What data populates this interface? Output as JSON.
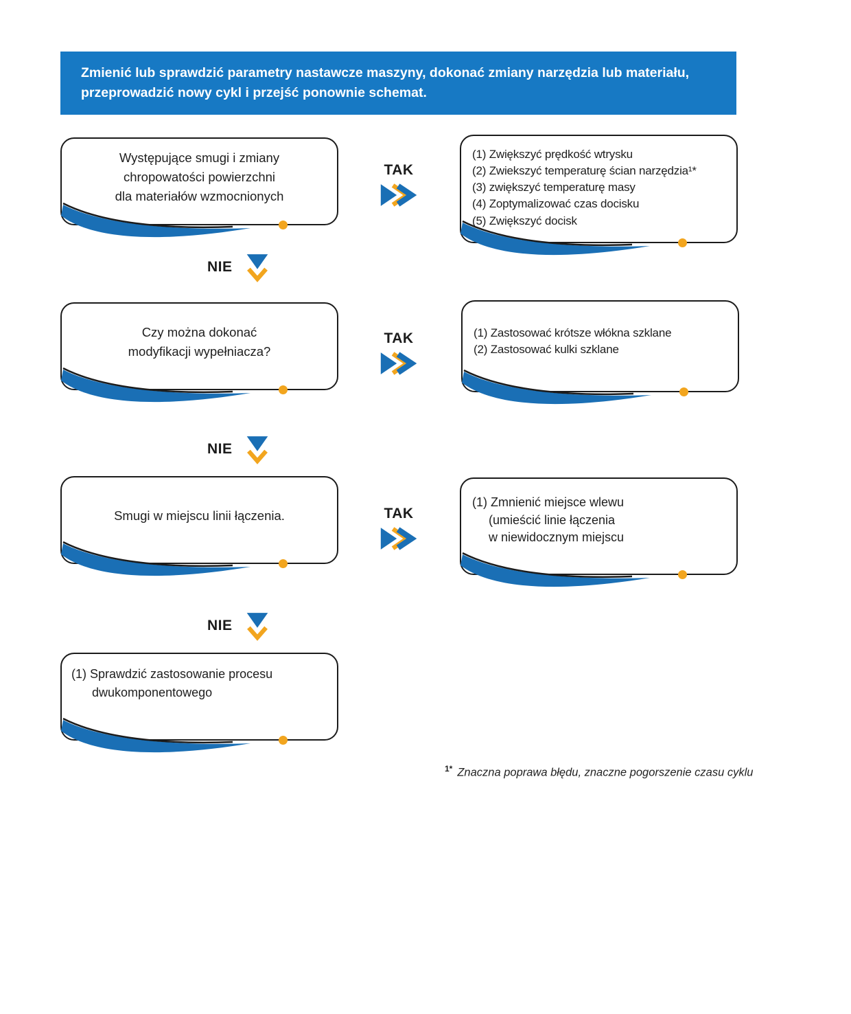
{
  "header": {
    "lines": [
      "Zmienić lub sprawdzić parametry nastawcze maszyny, dokonać zmiany narzędzia lub materiału,",
      "przeprowadzić nowy cykl i przejść ponownie schemat."
    ]
  },
  "labels": {
    "yes": "TAK",
    "no": "NIE"
  },
  "colors": {
    "header_bg": "#1779c4",
    "swoosh_blue": "#1a6fb5",
    "dot_orange": "#f2a51e",
    "border_black": "#1b1b1b"
  },
  "steps": [
    {
      "question_lines": [
        "Występujące  smugi i zmiany",
        "chropowatości powierzchni",
        "dla materiałów wzmocnionych"
      ],
      "actions": [
        "(1) Zwiększyć prędkość wtrysku",
        "(2) Zwiekszyć temperaturę ścian narzędzia¹*",
        "(3) zwiększyć temperaturę masy",
        "(4) Zoptymalizować czas docisku",
        "(5) Zwiększyć docisk"
      ]
    },
    {
      "question_lines": [
        "Czy można dokonać",
        "modyfikacji wypełniacza?"
      ],
      "actions": [
        "(1) Zastosować krótsze włókna szklane",
        "(2) Zastosować kulki szklane"
      ]
    },
    {
      "question_lines": [
        "Smugi w miejscu linii łączenia."
      ],
      "actions": [
        "(1) Zmnienić miejsce wlewu",
        "(umieścić linie łączenia",
        "w niewidocznym miejscu"
      ]
    }
  ],
  "final_step": {
    "lines": [
      "(1) Sprawdzić zastosowanie procesu",
      "dwukomponentowego"
    ]
  },
  "footnote": {
    "marker": "1*",
    "text": "Znaczna poprawa błędu, znaczne pogorszenie czasu cyklu"
  }
}
